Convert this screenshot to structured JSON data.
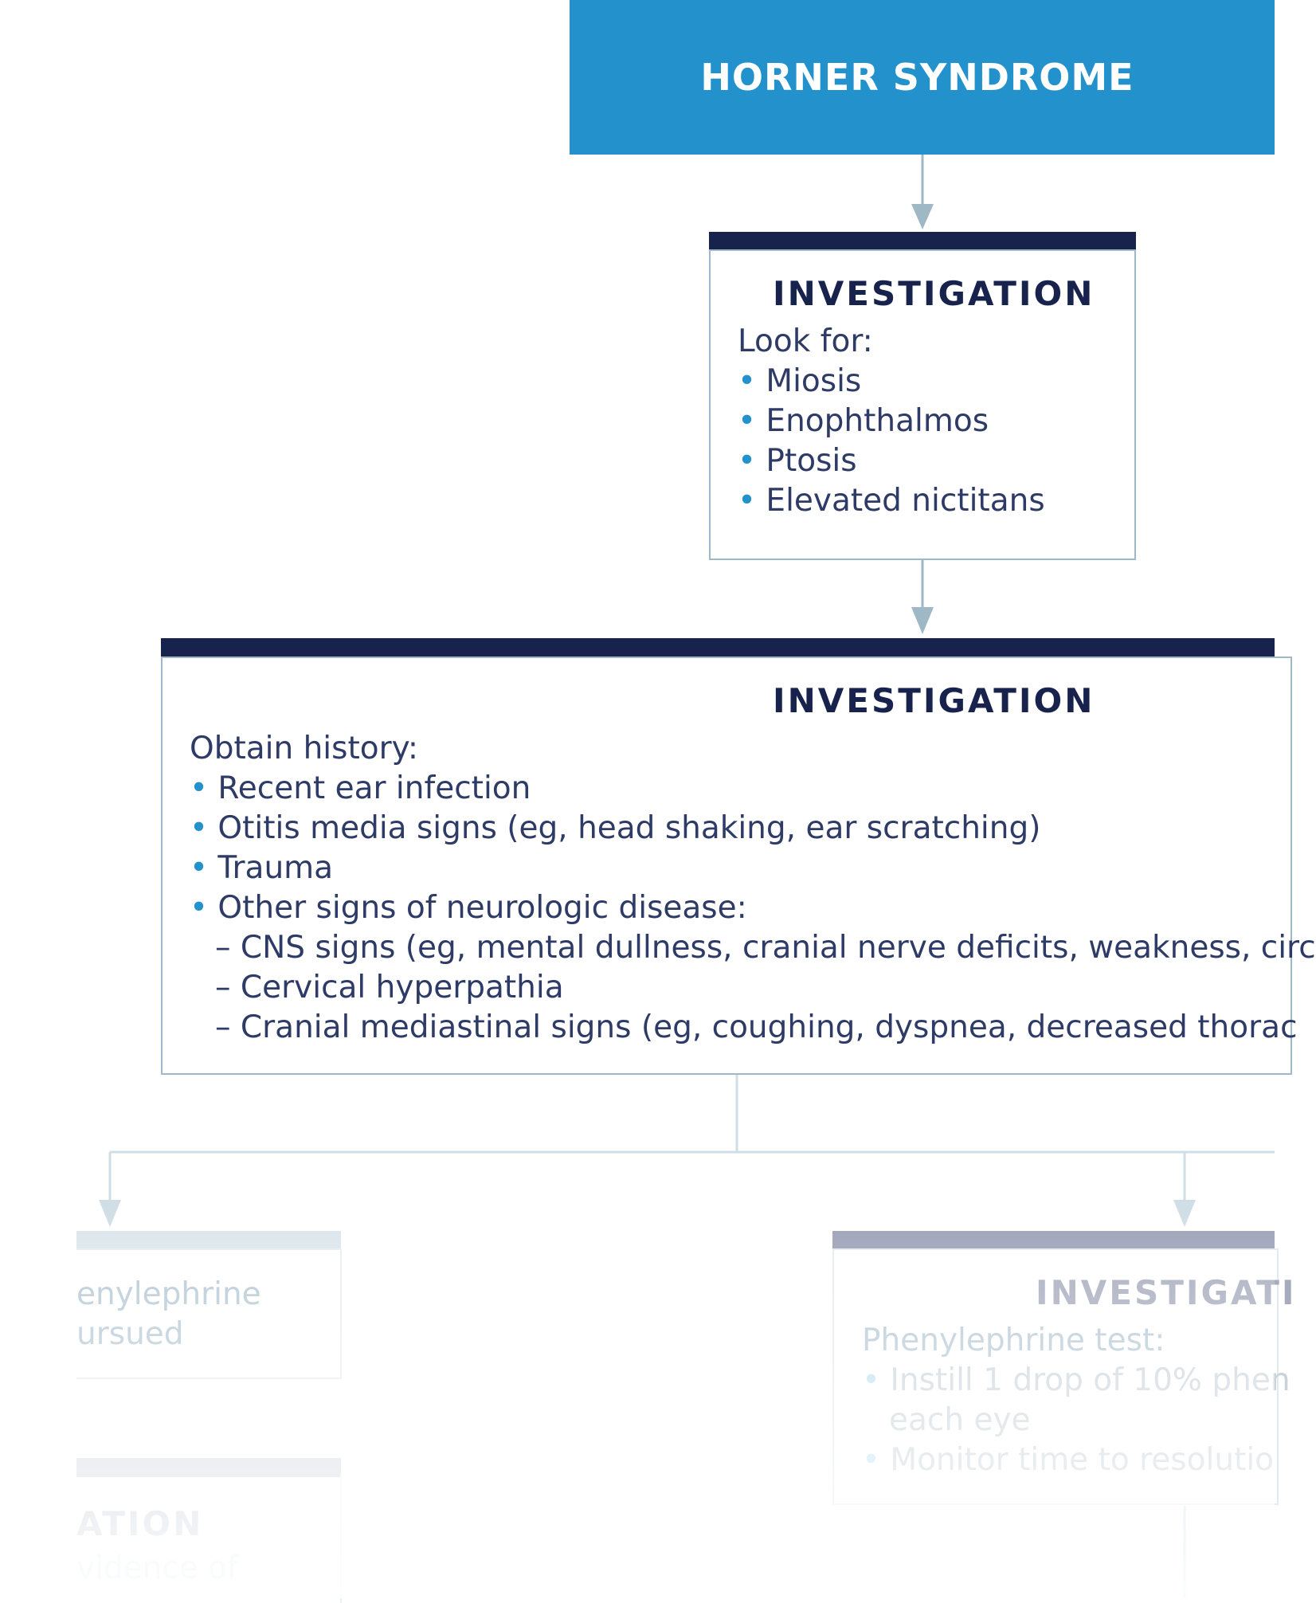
{
  "title": "HORNER SYNDROME",
  "box1": {
    "heading": "INVESTIGATION",
    "intro": "Look for:",
    "items": [
      "Miosis",
      "Enophthalmos",
      "Ptosis",
      "Elevated nictitans"
    ]
  },
  "box2": {
    "heading": "INVESTIGATION",
    "intro": "Obtain history:",
    "items": [
      "Recent ear infection",
      "Otitis media signs (eg, head shaking, ear scratching)",
      "Trauma",
      "Other signs of neurologic disease:"
    ],
    "subitems": [
      "CNS signs (eg, mental dullness, cranial nerve deficits, weakness, circ",
      "Cervical hyperpathia",
      "Cranial mediastinal signs (eg, coughing, dyspnea, decreased thorac"
    ]
  },
  "box_left": {
    "line1": "enylephrine",
    "line2": "ursued"
  },
  "box_right": {
    "heading": "INVESTIGATI",
    "intro": "Phenylephrine test:",
    "item1_line1": "Instill 1 drop of 10% phen",
    "item1_line2": "each eye",
    "item2": "Monitor time to resolutio"
  },
  "box_left2": {
    "heading": "ATION",
    "line1": "vidence of"
  },
  "colors": {
    "title_bg": "#2291cc",
    "header_bar": "#18234d",
    "bullet": "#2291cc",
    "connector": "#9fb8c6"
  }
}
